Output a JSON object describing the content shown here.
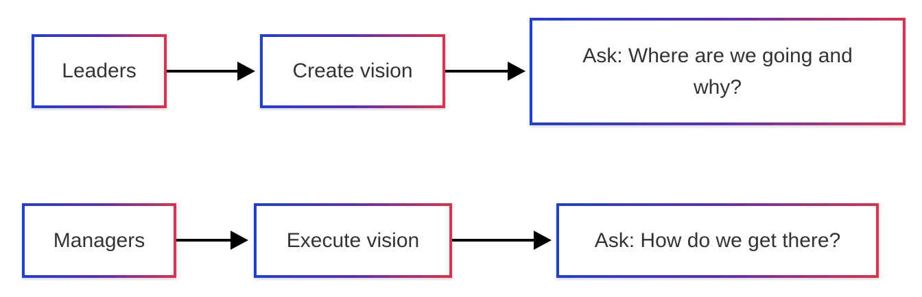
{
  "diagram": {
    "nodes": {
      "leaders": {
        "label": "Leaders"
      },
      "create_vision": {
        "label": "Create vision"
      },
      "ask_where": {
        "label": "Ask: Where are we going and why?"
      },
      "managers": {
        "label": "Managers"
      },
      "execute_vision": {
        "label": "Execute vision"
      },
      "ask_how": {
        "label": "Ask: How do we get there?"
      }
    },
    "edges": [
      {
        "from": "leaders",
        "to": "create_vision"
      },
      {
        "from": "create_vision",
        "to": "ask_where"
      },
      {
        "from": "managers",
        "to": "execute_vision"
      },
      {
        "from": "execute_vision",
        "to": "ask_how"
      }
    ],
    "colors": {
      "border_gradient_start": "#1f3fd6",
      "border_gradient_end": "#e0304a",
      "text": "#333333",
      "arrow": "#000000"
    }
  }
}
